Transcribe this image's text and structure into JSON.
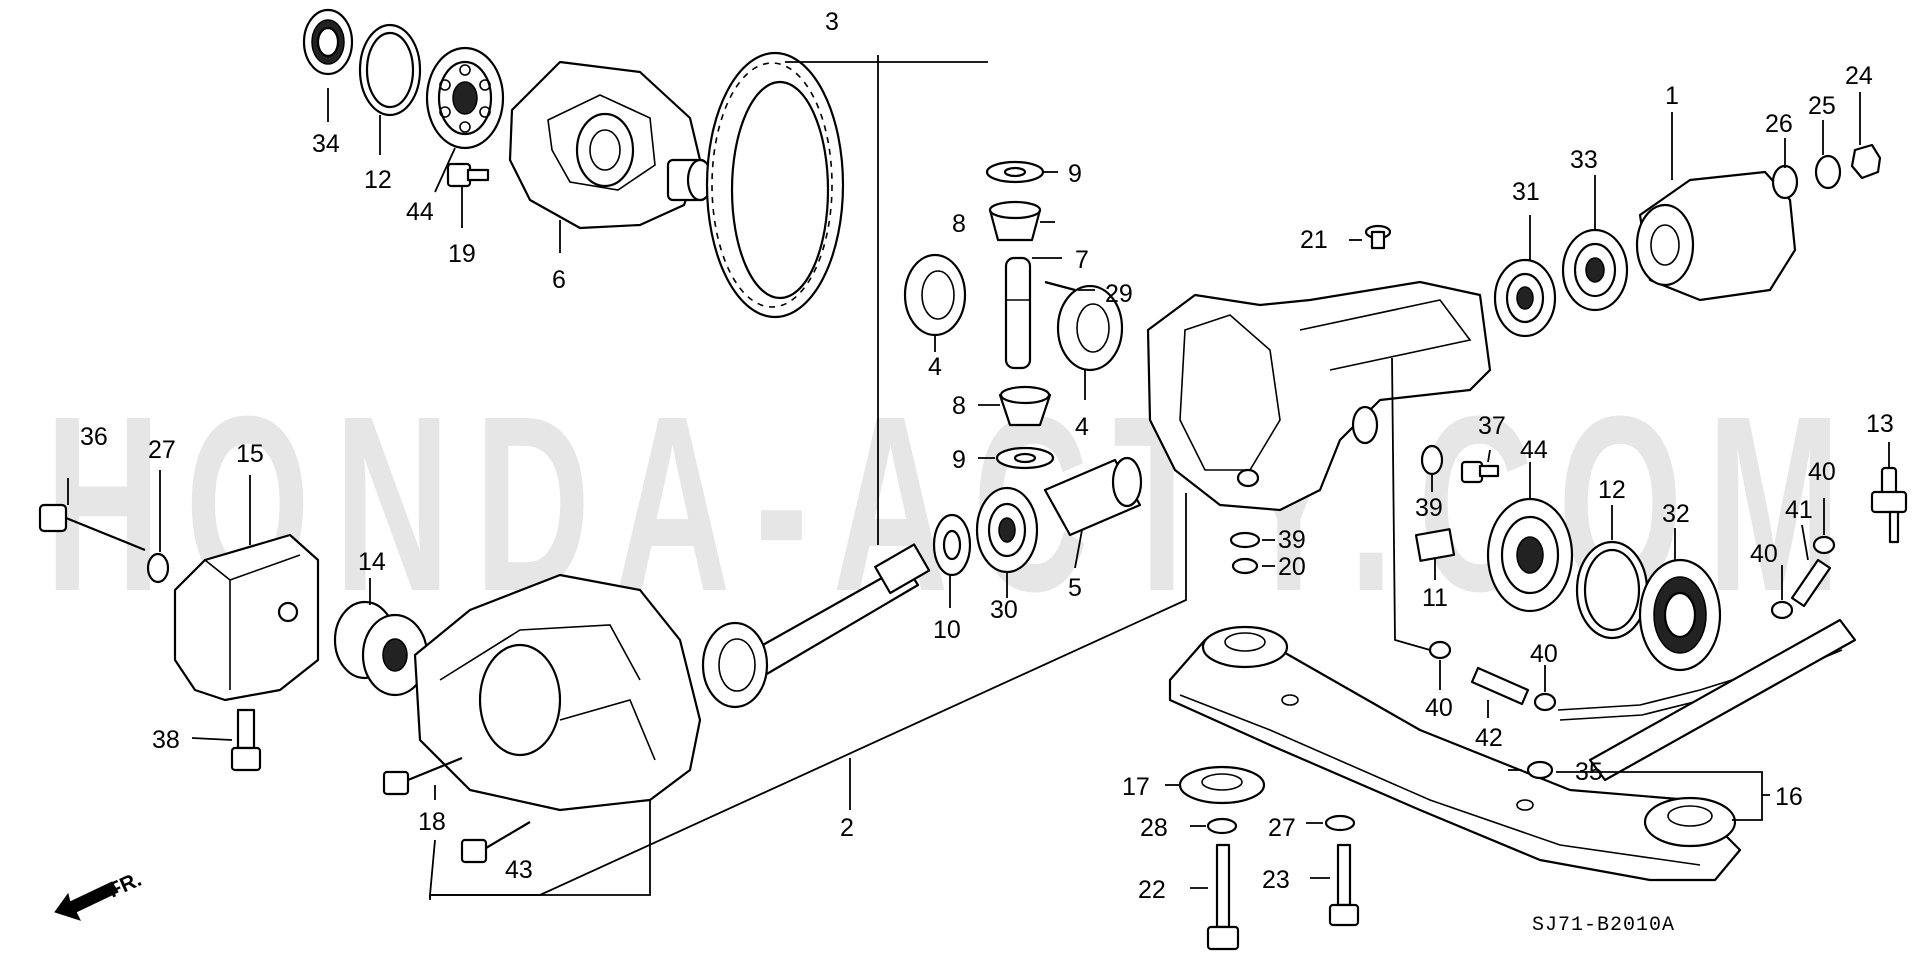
{
  "watermark": "HONDA-ACTY.COM",
  "diagram_code": "SJ71-B2010A",
  "front_label": "FR.",
  "icons": {
    "front_arrow": "arrow-left-down-icon"
  },
  "callouts": {
    "p1": "1",
    "p2": "2",
    "p3": "3",
    "p4a": "4",
    "p4b": "4",
    "p5": "5",
    "p6": "6",
    "p7": "7",
    "p8a": "8",
    "p8b": "8",
    "p9a": "9",
    "p9b": "9",
    "p10": "10",
    "p11": "11",
    "p12a": "12",
    "p12b": "12",
    "p13": "13",
    "p14": "14",
    "p15": "15",
    "p16": "16",
    "p17": "17",
    "p18": "18",
    "p19": "19",
    "p20": "20",
    "p21": "21",
    "p22": "22",
    "p23": "23",
    "p24": "24",
    "p25": "25",
    "p26": "26",
    "p27a": "27",
    "p27b": "27",
    "p28": "28",
    "p29": "29",
    "p30": "30",
    "p31": "31",
    "p32": "32",
    "p33": "33",
    "p34": "34",
    "p35": "35",
    "p36": "36",
    "p37": "37",
    "p38": "38",
    "p39a": "39",
    "p39b": "39",
    "p40a": "40",
    "p40b": "40",
    "p40c": "40",
    "p40d": "40",
    "p41": "41",
    "p42": "42",
    "p43": "43",
    "p44a": "44",
    "p44b": "44"
  }
}
